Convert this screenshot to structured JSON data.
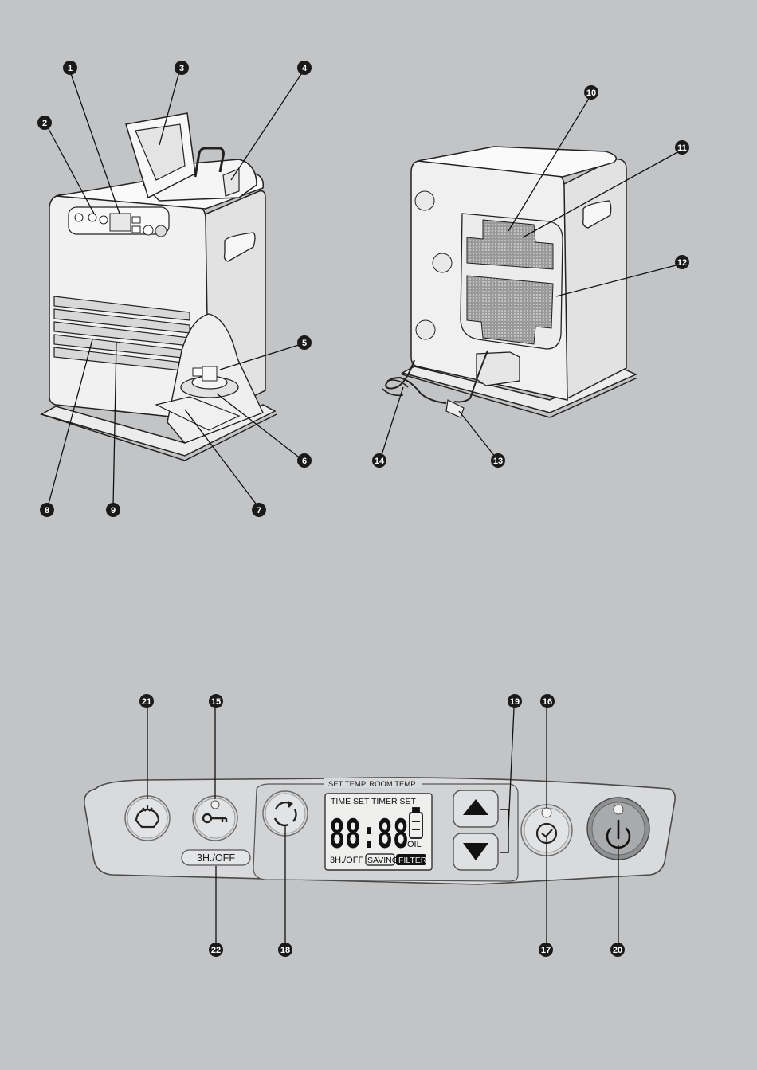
{
  "callouts": {
    "c1": "1",
    "c2": "2",
    "c3": "3",
    "c4": "4",
    "c5": "5",
    "c6": "6",
    "c7": "7",
    "c8": "8",
    "c9": "9",
    "c10": "10",
    "c11": "11",
    "c12": "12",
    "c13": "13",
    "c14": "14",
    "c15": "15",
    "c16": "16",
    "c17": "17",
    "c18": "18",
    "c19": "19",
    "c20": "20",
    "c21": "21",
    "c22": "22"
  },
  "panel": {
    "header_label": "SET TEMP.  ROOM TEMP.",
    "timer_button_label": "3H./OFF",
    "lcd": {
      "top_row": "TIME SET TIMER SET",
      "digits": "88:88",
      "oil_label": "OIL",
      "bottom_mode_1": "3H./OFF",
      "bottom_mode_2": "SAVING",
      "bottom_mode_3": "FILTER"
    },
    "icons": {
      "eco": "piggy-bank-icon",
      "lock": "key-icon",
      "mode": "cycle-arrows-icon",
      "up": "triangle-up-icon",
      "down": "triangle-down-icon",
      "timer": "check-icon",
      "power": "power-icon"
    }
  },
  "colors": {
    "background": "#c3c4c6",
    "callout_fill": "#1a1a1a",
    "panel_fill": "#d9dadc"
  }
}
